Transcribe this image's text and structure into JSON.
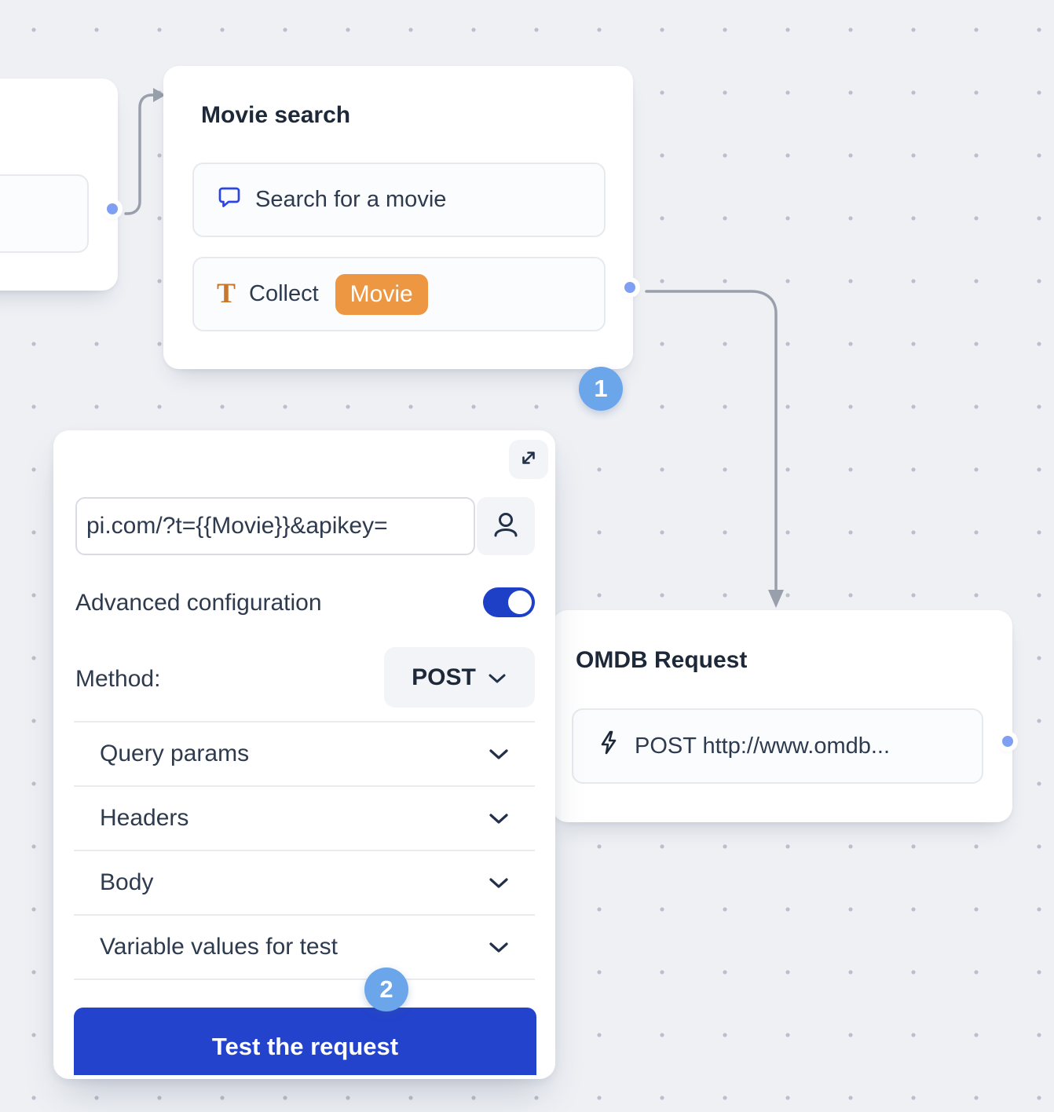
{
  "flow": {
    "movie_search": {
      "title": "Movie search",
      "item1_label": "Search for a movie",
      "item2_label": "Collect",
      "item2_badge": "Movie",
      "step_badge": "1"
    },
    "omdb_request": {
      "title": "OMDB Request",
      "item_label": "POST http://www.omdb..."
    }
  },
  "panel": {
    "url_value": "pi.com/?t={{Movie}}&apikey=",
    "step_badge": "2",
    "advanced_label": "Advanced configuration",
    "advanced_on": true,
    "method_label": "Method:",
    "method_value": "POST",
    "sections": [
      {
        "label": "Query params"
      },
      {
        "label": "Headers"
      },
      {
        "label": "Body"
      },
      {
        "label": "Variable values for test"
      }
    ],
    "test_button_label": "Test the request"
  },
  "icons": {
    "expand": "expand-icon",
    "person": "person-icon",
    "chat": "chat-bubble-icon",
    "text": "text-T-icon",
    "lightning": "lightning-icon",
    "chevron": "chevron-down-icon"
  },
  "colors": {
    "canvas_bg": "#eef0f4",
    "accent_button_blue": "#2343cd",
    "toggle_blue": "#1d40c6",
    "step_badge_blue": "#6ba5ea",
    "port_blue": "#7e9ff2",
    "variable_orange": "#ed9742",
    "wire_gray": "#99a0ac",
    "text_dark": "#1d2939"
  }
}
